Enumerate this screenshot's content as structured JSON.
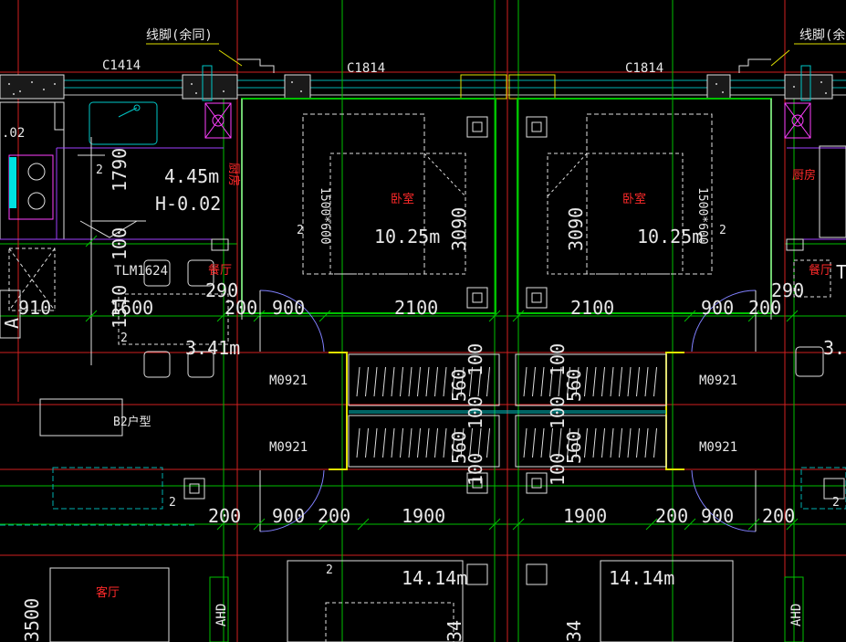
{
  "labels": {
    "baseboard_note": "线脚(余同)",
    "window_c1414": "C1414",
    "window_c1814": "C1814",
    "room_bedroom": "卧室",
    "room_kitchen": "厨房",
    "room_dining": "餐厅",
    "room_living": "客厅",
    "area_kitchen": "4.45m",
    "elev_kitchen": "H-0.02",
    "elev_small": ".02",
    "area_bedroom": "10.25m",
    "area_dining": "3.41m",
    "area_bottom": "14.14m",
    "door_tlm": "TLM1624",
    "door_m0921": "M0921",
    "unit_type": "B2户型",
    "ahd": "AHD",
    "a_mark": "A",
    "t_mark": "T",
    "wardrobe": "1500*600",
    "two": "2"
  },
  "dims": {
    "d1790": "1790",
    "d3090": "3090",
    "d100": "100",
    "d1310": "1310",
    "d290": "290",
    "d1600": "1600",
    "d910": "910",
    "d200": "200",
    "d900": "900",
    "d2100": "2100",
    "d1900": "1900",
    "d560": "560",
    "d3500": "3500",
    "d34": "34"
  },
  "colors": {
    "wall_red": "#ff2020",
    "axis_green": "#00c000",
    "cyan": "#00c8c8",
    "yellow": "#e0e000",
    "white": "#e8e8e8",
    "magenta": "#ff40ff",
    "purple": "#a040ff"
  }
}
